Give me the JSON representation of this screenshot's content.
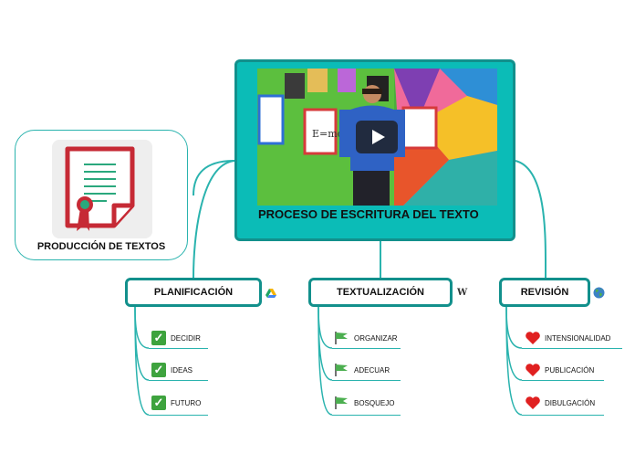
{
  "central": {
    "title": "PROCESO DE ESCRITURA DEL TEXTO",
    "video_play_icon": "play-icon"
  },
  "side_node": {
    "title": "PRODUCCIÓN DE TEXTOS",
    "icon": "certificate-document-icon"
  },
  "branches": [
    {
      "label": "PLANIFICACIÓN",
      "icon": "google-drive-icon",
      "leaf_icon": "check-icon",
      "items": [
        "DECIDIR",
        "IDEAS",
        "FUTURO"
      ]
    },
    {
      "label": "TEXTUALIZACIÓN",
      "icon": "wikipedia-icon",
      "leaf_icon": "flag-icon",
      "items": [
        "ORGANIZAR",
        "ADECUAR",
        "BOSQUEJO"
      ]
    },
    {
      "label": "REVISIÓN",
      "icon": "globe-icon",
      "leaf_icon": "heart-icon",
      "items": [
        "INTENSIONALIDAD",
        "PUBLICACIÓN",
        "DIBULGACIÓN"
      ]
    }
  ],
  "colors": {
    "central_fill": "#0bbcb7",
    "border": "#12908c",
    "connector": "#2ab3ae",
    "check": "#3ea33e",
    "flag": "#4caf50",
    "heart": "#e02020"
  }
}
